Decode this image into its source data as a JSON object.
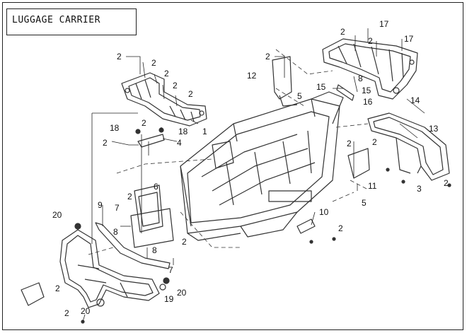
{
  "title": "LUGGAGE CARRIER",
  "callouts": {
    "c_2a": "2",
    "c_2b": "2",
    "c_2c": "2",
    "c_2d": "2",
    "c_2e": "2",
    "c_1": "1",
    "c_18a": "18",
    "c_18b": "18",
    "c_4": "4",
    "c_2f": "2",
    "c_2g": "2",
    "c_6": "6",
    "c_9": "9",
    "c_7a": "7",
    "c_8a": "8",
    "c_8b": "8",
    "c_2h": "2",
    "c_7b": "7",
    "c_20a": "20",
    "c_2i": "2",
    "c_20b": "20",
    "c_19": "19",
    "c_20c": "20",
    "c_2j": "2",
    "c_2k": "2",
    "c_12": "12",
    "c_5a": "5",
    "c_2l": "2",
    "c_17a": "17",
    "c_2m": "2",
    "c_17b": "17",
    "c_8c": "8",
    "c_15a": "15",
    "c_15b": "15",
    "c_16": "16",
    "c_14": "14",
    "c_13": "13",
    "c_2n": "2",
    "c_2o": "2",
    "c_3": "3",
    "c_2p": "2",
    "c_11": "11",
    "c_5b": "5",
    "c_10": "10",
    "c_2q": "2",
    "c_2r": "2"
  },
  "colors": {
    "line": "#1a1a1a",
    "part": "#333333",
    "background": "#ffffff"
  }
}
